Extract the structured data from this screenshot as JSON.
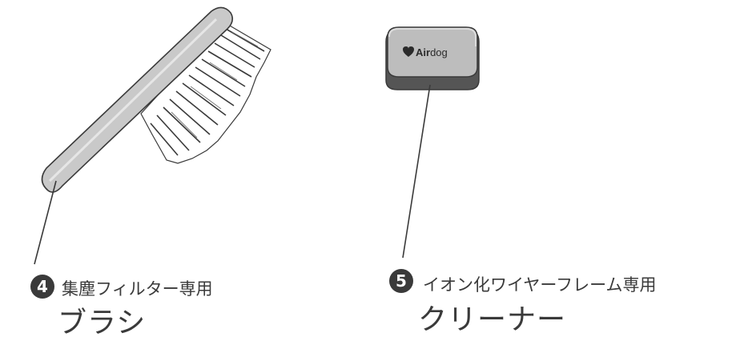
{
  "items": [
    {
      "number": "4",
      "line1": "集塵フィルター専用",
      "line2": "ブラシ"
    },
    {
      "number": "5",
      "line1": "イオン化ワイヤーフレーム専用",
      "line2": "クリーナー"
    }
  ],
  "cleaner": {
    "brand_bold": "Air",
    "brand_light": "dog"
  },
  "colors": {
    "outline": "#3a3a3a",
    "handle_fill": "#c9c9c9",
    "cleaner_top": "#bdbdbd",
    "cleaner_base": "#555555"
  }
}
